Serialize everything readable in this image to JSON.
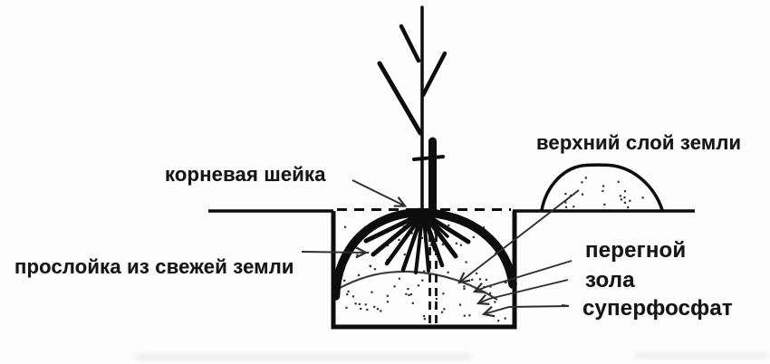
{
  "diagram": {
    "kind": "tree-planting-pit-scheme",
    "labels": {
      "root_collar": "корневая шейка",
      "top_soil_layer": "верхний слой земли",
      "fresh_soil_layer": "прослойка из свежей земли",
      "humus": "перегной",
      "ash": "зола",
      "superphosphate": "суперфосфат"
    },
    "colors": {
      "ink": "#0d0d0d",
      "leader_lines": "#2e2e2e",
      "background": "#fdfdfd"
    }
  }
}
